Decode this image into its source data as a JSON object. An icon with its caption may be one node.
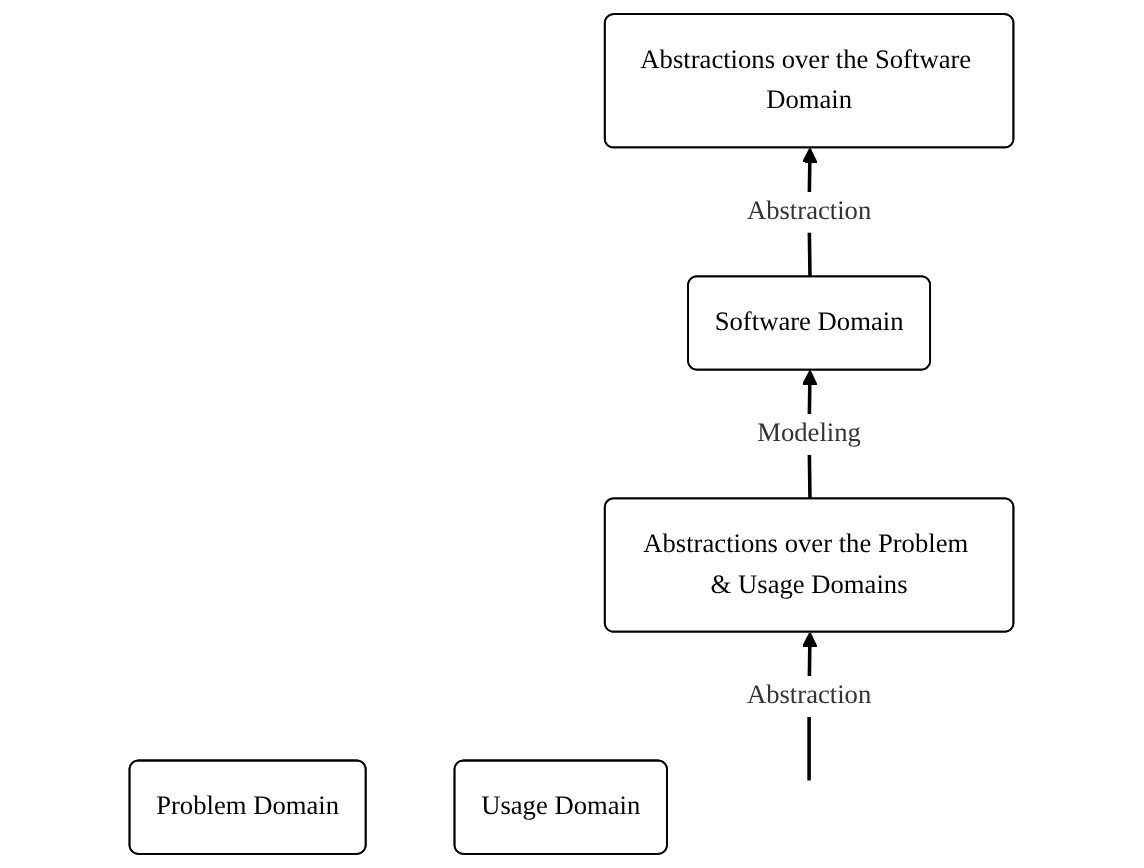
{
  "diagram": {
    "nodes": [
      {
        "text": [
          "Abstractions over the Software Domain"
        ]
      },
      {
        "text": [
          "Software Domain"
        ]
      },
      {
        "text": [
          "Abstractions over the Problem & Usage Domains"
        ]
      },
      {
        "text": [
          "Problem Domain"
        ]
      },
      {
        "text": [
          "Usage Domain"
        ]
      }
    ],
    "edges": [
      {
        "from": 1,
        "to": 0,
        "arrow": "to",
        "label": "Abstraction"
      },
      {
        "from": 2,
        "to": 1,
        "arrow": "to",
        "label": "Modeling"
      },
      {
        "from": null,
        "to": 2,
        "arrow": "to",
        "label": "Abstraction"
      }
    ]
  }
}
